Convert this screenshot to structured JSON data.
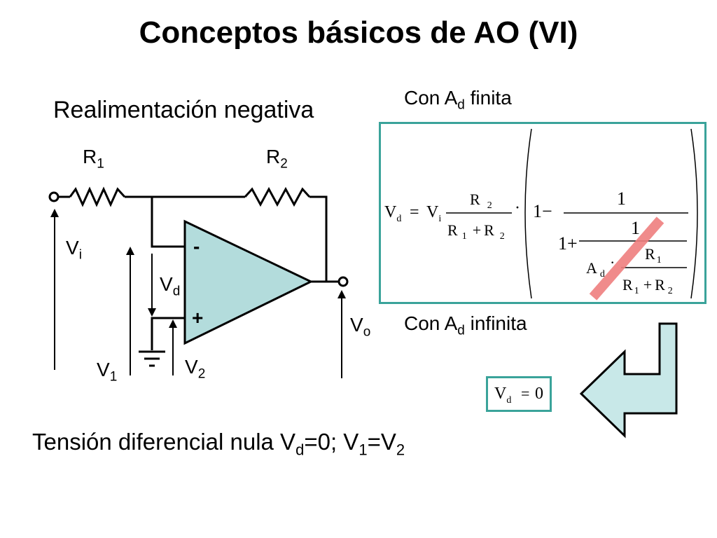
{
  "slide": {
    "title": "Conceptos básicos de AO (VI)",
    "subtitle": "Realimentación negativa",
    "caption_finite": {
      "prefix": "Con A",
      "sub": "d",
      "suffix": " finita"
    },
    "caption_infinite": {
      "prefix": "Con A",
      "sub": "d",
      "suffix": " infinita"
    },
    "conclusion": {
      "p1": "Tensión diferencial nula V",
      "s1": "d",
      "p2": "=0; V",
      "s2": "1",
      "p3": "=V",
      "s3": "2"
    }
  },
  "circuit": {
    "r1": {
      "main": "R",
      "sub": "1"
    },
    "r2": {
      "main": "R",
      "sub": "2"
    },
    "vi": {
      "main": "V",
      "sub": "i"
    },
    "vd": {
      "main": "V",
      "sub": "d"
    },
    "vo": {
      "main": "V",
      "sub": "o"
    },
    "v1": {
      "main": "V",
      "sub": "1"
    },
    "v2": {
      "main": "V",
      "sub": "2"
    },
    "minus": "-",
    "plus": "+"
  },
  "formula": {
    "lhs_v": "V",
    "lhs_vsub": "d",
    "eq": "=",
    "vi_v": "V",
    "vi_sub": "i",
    "frac_num": "R",
    "frac_num_sub": "2",
    "frac_den_a": "R",
    "frac_den_a_sub": "1",
    "frac_den_plus": "+",
    "frac_den_b": "R",
    "frac_den_b_sub": "2",
    "dot": "·",
    "one_minus": "1−",
    "big_num": "1",
    "inner_num": "1",
    "one_plus": "1+",
    "ad_a": "A",
    "ad_sub": "d",
    "ad_dot": "·",
    "r1_num": "R",
    "r1_num_sub": "1",
    "r_den_a": "R",
    "r_den_a_sub": "1",
    "r_den_plus": "+",
    "r_den_b": "R",
    "r_den_b_sub": "2"
  },
  "result": {
    "v": "V",
    "sub": "d",
    "eq": "=",
    "val": "0"
  },
  "colors": {
    "opamp_fill": "#b3dcdc",
    "box_border": "#3aa39a",
    "strike": "#ef7f7f",
    "arrow_fill": "#c8e8e8"
  }
}
